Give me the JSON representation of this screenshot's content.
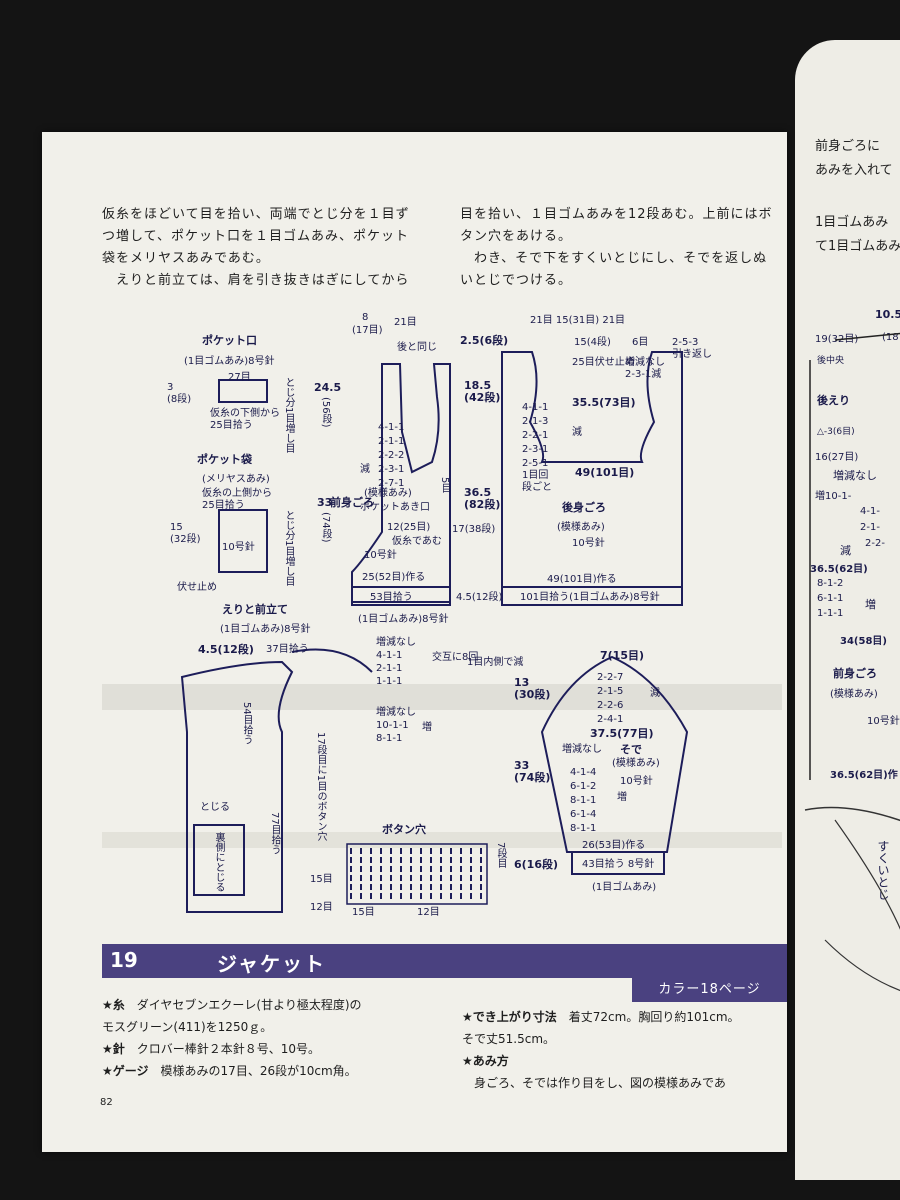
{
  "intro": {
    "left": [
      "仮糸をほどいて目を拾い、両端でとじ分を１目ず",
      "つ増して、ポケット口を１目ゴムあみ、ポケット",
      "袋をメリヤスあみであむ。",
      "　えりと前立ては、肩を引き抜きはぎにしてから"
    ],
    "right": [
      "目を拾い、１目ゴムあみを12段あむ。上前にはボ",
      "タン穴をあける。",
      "　わき、そで下をすくいとじにし、そでを返しぬ",
      "いとじでつける。"
    ]
  },
  "diagram": {
    "pocket_opening": {
      "title": "ポケット口",
      "sub": "(1目ゴムあみ)8号針",
      "rows": "3\n(8段)",
      "stitches": "27目",
      "note": "仮糸の下側から\n25目拾う",
      "side": "とじ分1目増し目"
    },
    "pocket_bag": {
      "title": "ポケット袋",
      "sub": "(メリヤスあみ)",
      "note": "仮糸の上側から\n25目拾う",
      "size": "15\n(32段)",
      "needle": "10号針",
      "bind": "伏せ止め",
      "side": "とじ分1目増し目"
    },
    "front": {
      "title": "前身ごろ",
      "pattern": "(模様あみ)",
      "pocket_label": "ポケットあき口",
      "needle": "10号針",
      "top_w": "8",
      "top_w_rows": "(17目)",
      "shoulder": "21目",
      "same_back": "後と同じ",
      "h1": "24.5",
      "h1_rows": "(56段)",
      "h2": "33",
      "h2_rows": "(74段)",
      "dec": [
        "4-1-1",
        "2-1-1",
        "2-2-2",
        "2-3-1",
        "2-7-1"
      ],
      "dec_label": "減",
      "pocket_w": "12(25目)",
      "pocket_note": "仮糸であむ",
      "pocket_h": "17(38段)",
      "bottom_cast": "25(52目)作る",
      "bottom_pick": "53目拾う",
      "bottom_needle": "(1目ゴムあみ)8号針",
      "right_rows": "5目",
      "rib_h": "4.5(12段)"
    },
    "back": {
      "title": "後身ごろ",
      "pattern": "(模様あみ)",
      "needle": "10号針",
      "top": "21目  15(31目)  21目",
      "neck": "15(4段)",
      "shoulder_rows": "6目",
      "shoulder_dec": "2-5-3\n引き返し",
      "neck_note": "25目伏せ止め",
      "neck_dec": "増減なし\n2-3-1減",
      "height1": "2.5(6段)",
      "height2": "18.5\n(42段)",
      "height3": "36.5\n(82段)",
      "chest": "35.5(73目)",
      "chest2": "49(101目)",
      "arm_dec": [
        "4-1-1",
        "2-1-3",
        "2-2-1",
        "2-3-1",
        "2-5-1"
      ],
      "arm_dec_label": "減",
      "arm_note": "1目回\n段ごと",
      "cast": "49(101目)作る",
      "pick": "101目拾う(1目ゴムあみ)8号針",
      "rib_h": "4.5(12段)"
    },
    "collar": {
      "title": "えりと前立て",
      "sub": "(1目ゴムあみ)8号針",
      "rib": "4.5(12段)",
      "pick1": "37目拾う",
      "pick2": "54目拾う",
      "pick3": "77目拾う",
      "button_note": "17段目に1目のボタン穴",
      "side_label": "とじる",
      "inner": "裏側にとじる",
      "btn1": "15目",
      "btn2": "12目"
    },
    "sleeve_notes": {
      "a": [
        "増減なし",
        "4-1-1",
        "2-1-1",
        "1-1-1"
      ],
      "a_note": "交互に8回",
      "a_note2": "1目内側で減",
      "b": [
        "増減なし",
        "10-1-1",
        "8-1-1"
      ],
      "b_note": "増"
    },
    "buttonhole": {
      "title": "ボタン穴",
      "rows": "7段目",
      "w1": "15目",
      "w2": "12目"
    },
    "sleeve": {
      "title": "そで",
      "pattern": "(模様あみ)",
      "needle": "10号針",
      "top": "7(15目)",
      "cap": [
        "2-2-7",
        "2-1-5",
        "2-2-6",
        "2-4-1"
      ],
      "cap_label": "減",
      "cap_h": "13\n(30段)",
      "width": "37.5(77目)",
      "inc_none": "増減なし",
      "inc": [
        "4-1-4",
        "6-1-2",
        "8-1-1",
        "6-1-4",
        "8-1-1"
      ],
      "inc_label": "増",
      "len": "33\n(74段)",
      "cast": "26(53目)作る",
      "pick": "43目拾う 8号針",
      "rib": "(1目ゴムあみ)",
      "rib_h": "6(16段)"
    }
  },
  "section": {
    "number": "19",
    "title": "ジャケット",
    "color_ref": "カラー18ページ"
  },
  "specs": [
    {
      "key": "★糸",
      "value": "ダイヤセブンエクーレ(甘より極太程度)の"
    },
    {
      "key": "",
      "value": "モスグリーン(411)を1250ｇ。"
    },
    {
      "key": "★針",
      "value": "クロバー棒針２本針８号、10号。"
    },
    {
      "key": "★ゲージ",
      "value": "模様あみの17目、26段が10cm角。"
    }
  ],
  "specs_right": [
    {
      "key": "★でき上がり寸法",
      "value": "着丈72cm。胸回り約101cm。"
    },
    {
      "key": "",
      "value": "そで丈51.5cm。"
    },
    {
      "key": "★あみ方",
      "value": ""
    },
    {
      "key": "",
      "value": "身ごろ、そでは作り目をし、図の模様あみであ"
    }
  ],
  "page_number": "82",
  "right_page": {
    "lines": [
      "前身ごろに",
      "あみを入れて",
      "1目ゴムあみ",
      "て1目ゴムあみ"
    ],
    "labels": [
      "10.5",
      "19(32目)",
      "後中央",
      "後えり",
      "(18",
      "△-3(6目)",
      "16(27目)",
      "増減なし",
      "増10-1-",
      "4-1-",
      "2-1-",
      "2-2-",
      "減",
      "36.5(62目)",
      "8-1-2",
      "6-1-1",
      "1-1-1",
      "増",
      "34(58目)",
      "前身ごろ",
      "(模様あみ)",
      "10号針",
      "36.5(62目)作",
      "すくいとじ"
    ]
  }
}
